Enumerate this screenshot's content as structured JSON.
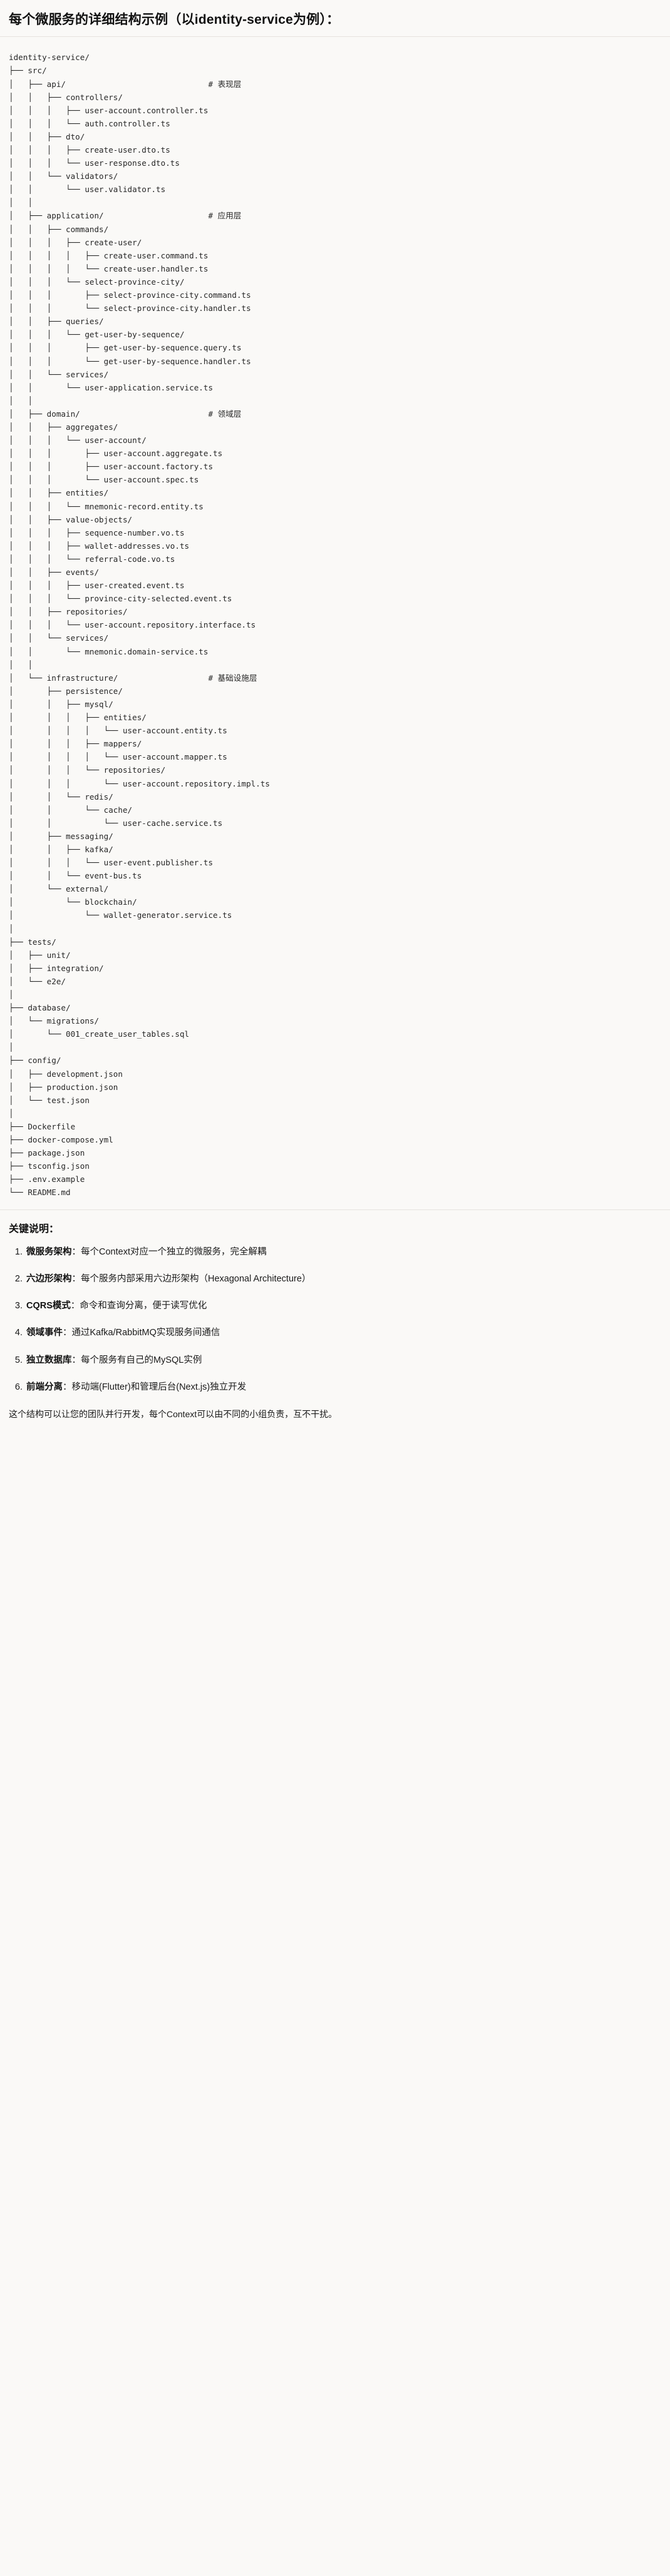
{
  "header": {
    "title": "每个微服务的详细结构示例（以identity-service为例）："
  },
  "tree": {
    "text": "identity-service/\n├── src/\n│   ├── api/                              # 表现层\n│   │   ├── controllers/\n│   │   │   ├── user-account.controller.ts\n│   │   │   └── auth.controller.ts\n│   │   ├── dto/\n│   │   │   ├── create-user.dto.ts\n│   │   │   └── user-response.dto.ts\n│   │   └── validators/\n│   │       └── user.validator.ts\n│   │\n│   ├── application/                      # 应用层\n│   │   ├── commands/\n│   │   │   ├── create-user/\n│   │   │   │   ├── create-user.command.ts\n│   │   │   │   └── create-user.handler.ts\n│   │   │   └── select-province-city/\n│   │   │       ├── select-province-city.command.ts\n│   │   │       └── select-province-city.handler.ts\n│   │   ├── queries/\n│   │   │   └── get-user-by-sequence/\n│   │   │       ├── get-user-by-sequence.query.ts\n│   │   │       └── get-user-by-sequence.handler.ts\n│   │   └── services/\n│   │       └── user-application.service.ts\n│   │\n│   ├── domain/                           # 领域层\n│   │   ├── aggregates/\n│   │   │   └── user-account/\n│   │   │       ├── user-account.aggregate.ts\n│   │   │       ├── user-account.factory.ts\n│   │   │       └── user-account.spec.ts\n│   │   ├── entities/\n│   │   │   └── mnemonic-record.entity.ts\n│   │   ├── value-objects/\n│   │   │   ├── sequence-number.vo.ts\n│   │   │   ├── wallet-addresses.vo.ts\n│   │   │   └── referral-code.vo.ts\n│   │   ├── events/\n│   │   │   ├── user-created.event.ts\n│   │   │   └── province-city-selected.event.ts\n│   │   ├── repositories/\n│   │   │   └── user-account.repository.interface.ts\n│   │   └── services/\n│   │       └── mnemonic.domain-service.ts\n│   │\n│   └── infrastructure/                   # 基础设施层\n│       ├── persistence/\n│       │   ├── mysql/\n│       │   │   ├── entities/\n│       │   │   │   └── user-account.entity.ts\n│       │   │   ├── mappers/\n│       │   │   │   └── user-account.mapper.ts\n│       │   │   └── repositories/\n│       │   │       └── user-account.repository.impl.ts\n│       │   └── redis/\n│       │       └── cache/\n│       │           └── user-cache.service.ts\n│       ├── messaging/\n│       │   ├── kafka/\n│       │   │   └── user-event.publisher.ts\n│       │   └── event-bus.ts\n│       └── external/\n│           └── blockchain/\n│               └── wallet-generator.service.ts\n│\n├── tests/\n│   ├── unit/\n│   ├── integration/\n│   └── e2e/\n│\n├── database/\n│   └── migrations/\n│       └── 001_create_user_tables.sql\n│\n├── config/\n│   ├── development.json\n│   ├── production.json\n│   └── test.json\n│\n├── Dockerfile\n├── docker-compose.yml\n├── package.json\n├── tsconfig.json\n├── .env.example\n└── README.md"
  },
  "notes": {
    "title": "关键说明：",
    "items": [
      {
        "key": "微服务架构",
        "sep": "：",
        "value": "每个Context对应一个独立的微服务，完全解耦"
      },
      {
        "key": "六边形架构",
        "sep": "：",
        "value": "每个服务内部采用六边形架构（Hexagonal Architecture）"
      },
      {
        "key": "CQRS模式",
        "sep": "：",
        "value": "命令和查询分离，便于读写优化"
      },
      {
        "key": "领域事件",
        "sep": "：",
        "value": "通过Kafka/RabbitMQ实现服务间通信"
      },
      {
        "key": "独立数据库",
        "sep": "：",
        "value": "每个服务有自己的MySQL实例"
      },
      {
        "key": "前端分离",
        "sep": "：",
        "value": "移动端(Flutter)和管理后台(Next.js)独立开发"
      }
    ],
    "closing": "这个结构可以让您的团队并行开发，每个Context可以由不同的小组负责，互不干扰。"
  }
}
